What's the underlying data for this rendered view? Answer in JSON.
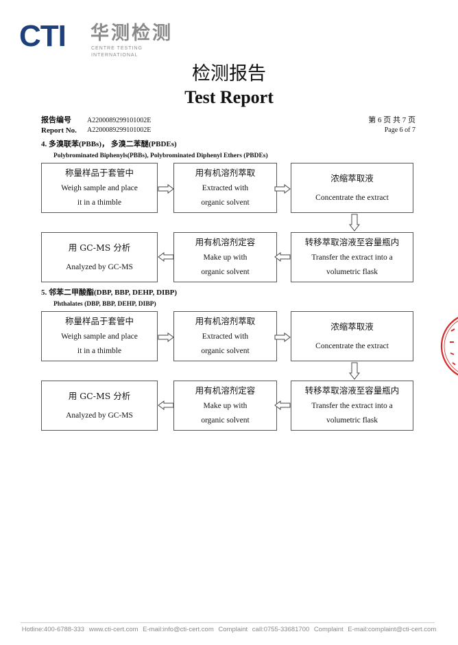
{
  "logo": {
    "brand": "CTI",
    "chinese": "华测检测",
    "english": "CENTRE TESTING INTERNATIONAL"
  },
  "title": {
    "cn": "检测报告",
    "en": "Test Report"
  },
  "report": {
    "no_label_cn": "报告编号",
    "no_label_en": "Report No.",
    "no_value_1": "A2200089299101002E",
    "no_value_2": "A2200089299101002E",
    "page_cn": "第  6  页    共  7  页",
    "page_en": "Page 6 of 7"
  },
  "section4": {
    "heading": "4.   多溴联苯(PBBs)，  多溴二苯醚(PBDEs)",
    "subheading": "Polybrominated Biphenyls(PBBs), Polybrominated Diphenyl Ethers (PBDEs)",
    "steps": [
      {
        "cn": "称量样品于套管中",
        "en1": "Weigh sample and place",
        "en2": "it in a thimble"
      },
      {
        "cn": "用有机溶剂萃取",
        "en1": "Extracted with",
        "en2": "organic solvent"
      },
      {
        "cn": "浓缩萃取液",
        "en1": "Concentrate the extract",
        "en2": ""
      },
      {
        "cn": "转移萃取溶液至容量瓶内",
        "en1": "Transfer the extract into a",
        "en2": "volumetric flask"
      },
      {
        "cn": "用有机溶剂定容",
        "en1": "Make up with",
        "en2": "organic solvent"
      },
      {
        "cn": "用 GC-MS 分析",
        "en1": "Analyzed by GC-MS",
        "en2": ""
      }
    ]
  },
  "section5": {
    "heading": "5.   邻苯二甲酸酯(DBP,   BBP,   DEHP,   DIBP)",
    "subheading": "Phthalates (DBP, BBP, DEHP, DIBP)",
    "steps": [
      {
        "cn": "称量样品于套管中",
        "en1": "Weigh sample and place",
        "en2": "it in a thimble"
      },
      {
        "cn": "用有机溶剂萃取",
        "en1": "Extracted with",
        "en2": "organic solvent"
      },
      {
        "cn": "浓缩萃取液",
        "en1": "Concentrate the extract",
        "en2": ""
      },
      {
        "cn": "转移萃取溶液至容量瓶内",
        "en1": "Transfer the extract into a",
        "en2": "volumetric flask"
      },
      {
        "cn": "用有机溶剂定容",
        "en1": "Make up with",
        "en2": "organic solvent"
      },
      {
        "cn": "用 GC-MS 分析",
        "en1": "Analyzed by GC-MS",
        "en2": ""
      }
    ]
  },
  "footer": {
    "text": "Hotline:400-6788-333    www.cti-cert.com    E-mail:info@cti-cert.com    Complaint call:0755-33681700    Complaint E-mail:complaint@cti-cert.com"
  },
  "colors": {
    "brand_blue": "#1d3f7a",
    "accent_blue": "#34a3d8",
    "stamp_red": "#d42a2a",
    "footer_gray": "#8a8a8a"
  }
}
